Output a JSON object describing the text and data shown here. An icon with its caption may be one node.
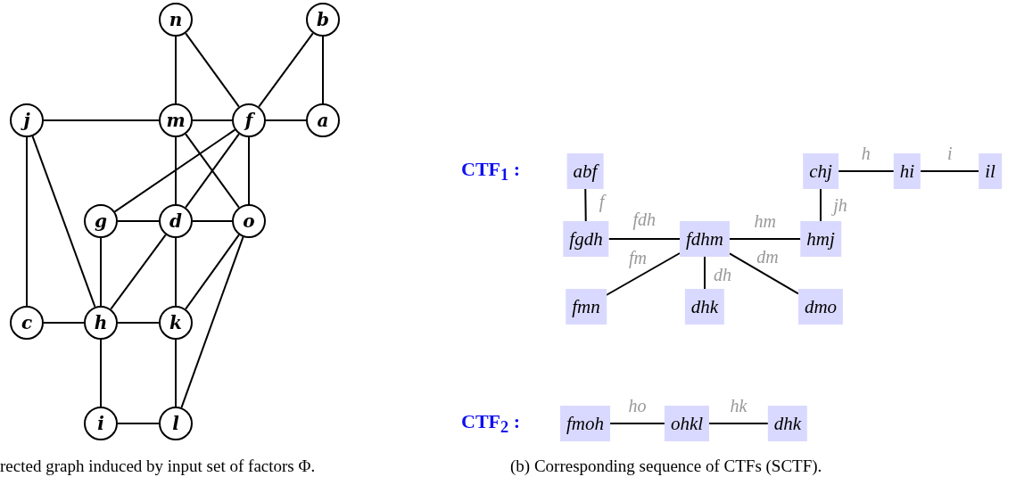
{
  "diagram": {
    "nodes": [
      {
        "text": [
          "n"
        ]
      },
      {
        "text": [
          "b"
        ]
      },
      {
        "text": [
          "j"
        ]
      },
      {
        "text": [
          "m"
        ]
      },
      {
        "text": [
          "f"
        ]
      },
      {
        "text": [
          "a"
        ]
      },
      {
        "text": [
          "g"
        ]
      },
      {
        "text": [
          "d"
        ]
      },
      {
        "text": [
          "o"
        ]
      },
      {
        "text": [
          "c"
        ]
      },
      {
        "text": [
          "h"
        ]
      },
      {
        "text": [
          "k"
        ]
      },
      {
        "text": [
          "i"
        ]
      },
      {
        "text": [
          "l"
        ]
      },
      {
        "text": [
          "abf"
        ]
      },
      {
        "text": [
          "chj"
        ]
      },
      {
        "text": [
          "hi"
        ]
      },
      {
        "text": [
          "il"
        ]
      },
      {
        "text": [
          "fgdh"
        ]
      },
      {
        "text": [
          "fdhm"
        ]
      },
      {
        "text": [
          "hmj"
        ]
      },
      {
        "text": [
          "fmn"
        ]
      },
      {
        "text": [
          "dhk"
        ]
      },
      {
        "text": [
          "dmo"
        ]
      },
      {
        "text": [
          "fmoh"
        ]
      },
      {
        "text": [
          "ohkl"
        ]
      },
      {
        "text": [
          "dhk"
        ]
      }
    ],
    "edges": [
      {
        "from": 0,
        "to": 3,
        "arrow": "none"
      },
      {
        "from": 0,
        "to": 4,
        "arrow": "none"
      },
      {
        "from": 1,
        "to": 4,
        "arrow": "none"
      },
      {
        "from": 1,
        "to": 5,
        "arrow": "none"
      },
      {
        "from": 2,
        "to": 3,
        "arrow": "none"
      },
      {
        "from": 3,
        "to": 4,
        "arrow": "none"
      },
      {
        "from": 4,
        "to": 5,
        "arrow": "none"
      },
      {
        "from": 2,
        "to": 9,
        "arrow": "none"
      },
      {
        "from": 2,
        "to": 10,
        "arrow": "none"
      },
      {
        "from": 3,
        "to": 7,
        "arrow": "none"
      },
      {
        "from": 3,
        "to": 8,
        "arrow": "none"
      },
      {
        "from": 4,
        "to": 6,
        "arrow": "none"
      },
      {
        "from": 4,
        "to": 7,
        "arrow": "none"
      },
      {
        "from": 4,
        "to": 8,
        "arrow": "none"
      },
      {
        "from": 6,
        "to": 7,
        "arrow": "none"
      },
      {
        "from": 7,
        "to": 8,
        "arrow": "none"
      },
      {
        "from": 6,
        "to": 10,
        "arrow": "none"
      },
      {
        "from": 7,
        "to": 10,
        "arrow": "none"
      },
      {
        "from": 7,
        "to": 11,
        "arrow": "none"
      },
      {
        "from": 8,
        "to": 11,
        "arrow": "none"
      },
      {
        "from": 8,
        "to": 13,
        "arrow": "none"
      },
      {
        "from": 9,
        "to": 10,
        "arrow": "none"
      },
      {
        "from": 10,
        "to": 11,
        "arrow": "none"
      },
      {
        "from": 10,
        "to": 12,
        "arrow": "none"
      },
      {
        "from": 11,
        "to": 13,
        "arrow": "none"
      },
      {
        "from": 12,
        "to": 13,
        "arrow": "none"
      },
      {
        "from": 14,
        "to": 18,
        "arrow": "none",
        "label": "f"
      },
      {
        "from": 18,
        "to": 19,
        "arrow": "none",
        "label": "fdh"
      },
      {
        "from": 19,
        "to": 20,
        "arrow": "none",
        "label": "hm"
      },
      {
        "from": 15,
        "to": 20,
        "arrow": "none",
        "label": "jh"
      },
      {
        "from": 15,
        "to": 16,
        "arrow": "none",
        "label": "h"
      },
      {
        "from": 16,
        "to": 17,
        "arrow": "none",
        "label": "i"
      },
      {
        "from": 19,
        "to": 21,
        "arrow": "none",
        "label": "fm"
      },
      {
        "from": 19,
        "to": 22,
        "arrow": "none",
        "label": "dh"
      },
      {
        "from": 19,
        "to": 23,
        "arrow": "none",
        "label": "dm"
      },
      {
        "from": 24,
        "to": 25,
        "arrow": "none",
        "label": "ho"
      },
      {
        "from": 25,
        "to": 26,
        "arrow": "none",
        "label": "hk"
      }
    ],
    "labels": [
      "CTF$_{1}$ :",
      "CTF$_{2}$ :",
      "rected graph induced by input set of factors Φ.",
      "(b) Corresponding sequence of CTFs (SCTF)."
    ]
  }
}
